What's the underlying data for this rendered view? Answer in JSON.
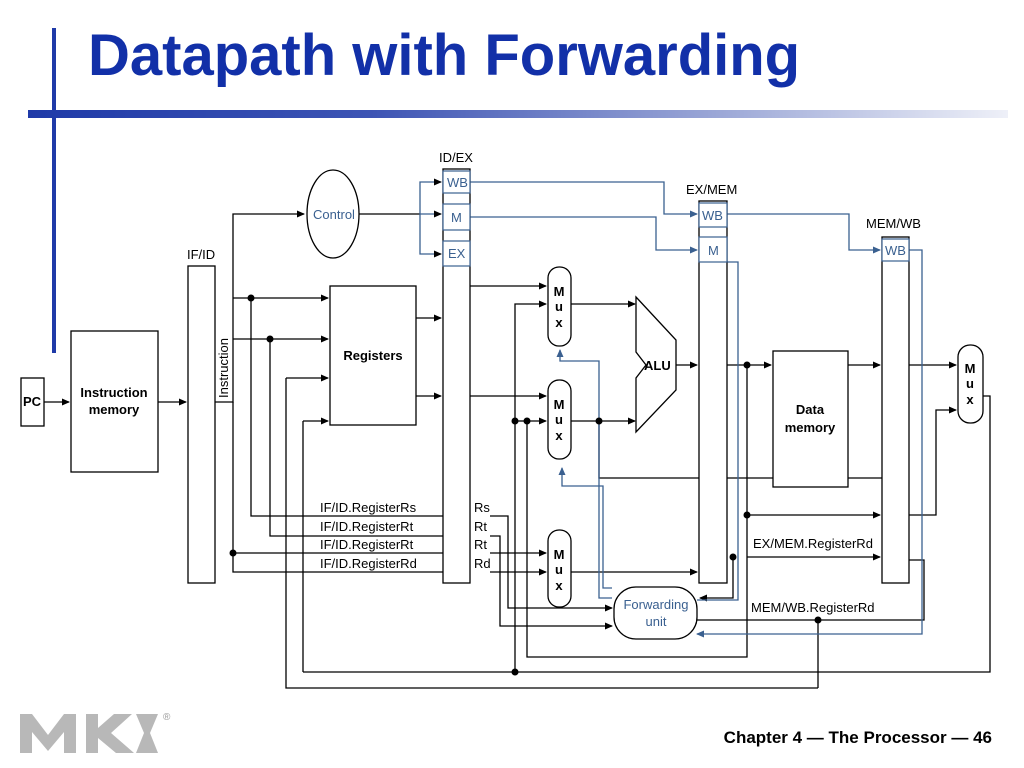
{
  "title": "Datapath with Forwarding",
  "footer": "Chapter 4 — The Processor — 46",
  "logo": {
    "text": "MK",
    "registered": "®"
  },
  "colors": {
    "title": "#1230a8",
    "accent": "#1f3aa8",
    "control_wire": "#3a6090"
  },
  "diagram": {
    "pipeline_registers": {
      "if_id": "IF/ID",
      "id_ex": "ID/EX",
      "ex_mem": "EX/MEM",
      "mem_wb": "MEM/WB"
    },
    "stage_fields": {
      "wb": "WB",
      "m": "M",
      "ex": "EX"
    },
    "pc": "PC",
    "instruction_memory": [
      "Instruction",
      "memory"
    ],
    "instruction_label": "Instruction",
    "control": "Control",
    "registers": "Registers",
    "alu": "ALU",
    "data_memory": [
      "Data",
      "memory"
    ],
    "mux": [
      "M",
      "u",
      "x"
    ],
    "forwarding_unit": [
      "Forwarding",
      "unit"
    ],
    "register_fields": [
      "IF/ID.RegisterRs",
      "IF/ID.RegisterRt",
      "IF/ID.RegisterRt",
      "IF/ID.RegisterRd"
    ],
    "idex_fields": [
      "Rs",
      "Rt",
      "Rt",
      "Rd"
    ],
    "exmem_registerrd": "EX/MEM.RegisterRd",
    "memwb_registerrd": "MEM/WB.RegisterRd"
  }
}
